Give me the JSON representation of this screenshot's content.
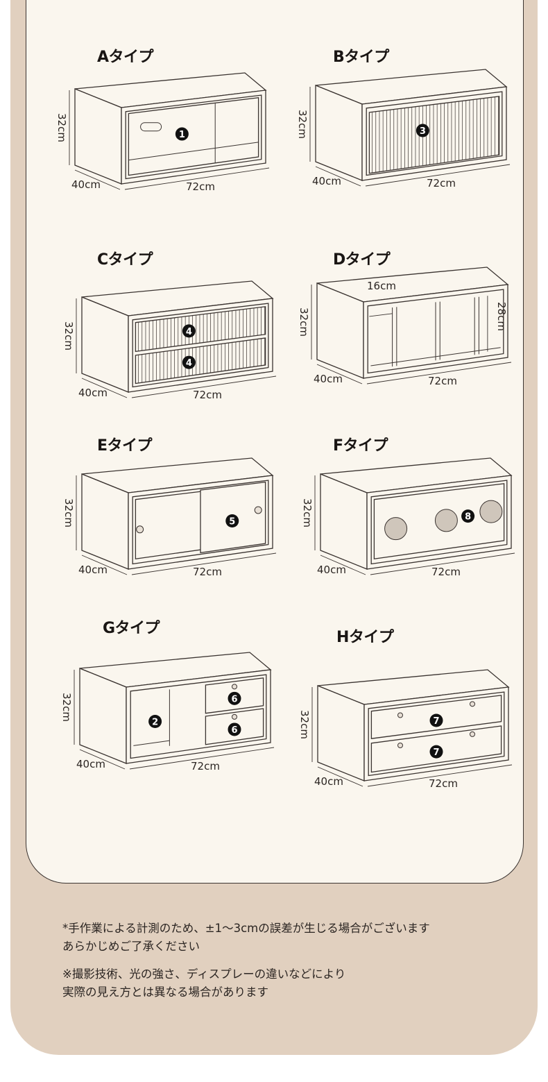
{
  "types": [
    {
      "id": "A",
      "title": "Aタイプ",
      "height": "32cm",
      "depth": "40cm",
      "width": "72cm",
      "markers": [
        "1"
      ]
    },
    {
      "id": "B",
      "title": "Bタイプ",
      "height": "32cm",
      "depth": "40cm",
      "width": "72cm",
      "markers": [
        "3"
      ]
    },
    {
      "id": "C",
      "title": "Cタイプ",
      "height": "32cm",
      "depth": "40cm",
      "width": "72cm",
      "markers": [
        "4",
        "4"
      ]
    },
    {
      "id": "D",
      "title": "Dタイプ",
      "height": "32cm",
      "depth": "40cm",
      "width": "72cm",
      "markers": [],
      "inner_width": "16cm",
      "inner_height": "28cm"
    },
    {
      "id": "E",
      "title": "Eタイプ",
      "height": "32cm",
      "depth": "40cm",
      "width": "72cm",
      "markers": [
        "5"
      ]
    },
    {
      "id": "F",
      "title": "Fタイプ",
      "height": "32cm",
      "depth": "40cm",
      "width": "72cm",
      "markers": [
        "8"
      ]
    },
    {
      "id": "G",
      "title": "Gタイプ",
      "height": "32cm",
      "depth": "40cm",
      "width": "72cm",
      "markers": [
        "2",
        "6",
        "6"
      ]
    },
    {
      "id": "H",
      "title": "Hタイプ",
      "height": "32cm",
      "depth": "40cm",
      "width": "72cm",
      "markers": [
        "7",
        "7"
      ]
    }
  ],
  "notes": [
    {
      "line1": "*手作業による計測のため、±1～3cmの誤差が生じる場合がございます",
      "line2": "あらかじめご了承ください"
    },
    {
      "line1": "※撮影技術、光の強さ、ディスプレーの違いなどにより",
      "line2": "実際の見え方とは異なる場合があります"
    }
  ],
  "colors": {
    "background": "#e1d0bf",
    "panel": "#faf6ee",
    "line": "#3a3330",
    "marker": "#111111",
    "circle": "#cfc6bb"
  }
}
